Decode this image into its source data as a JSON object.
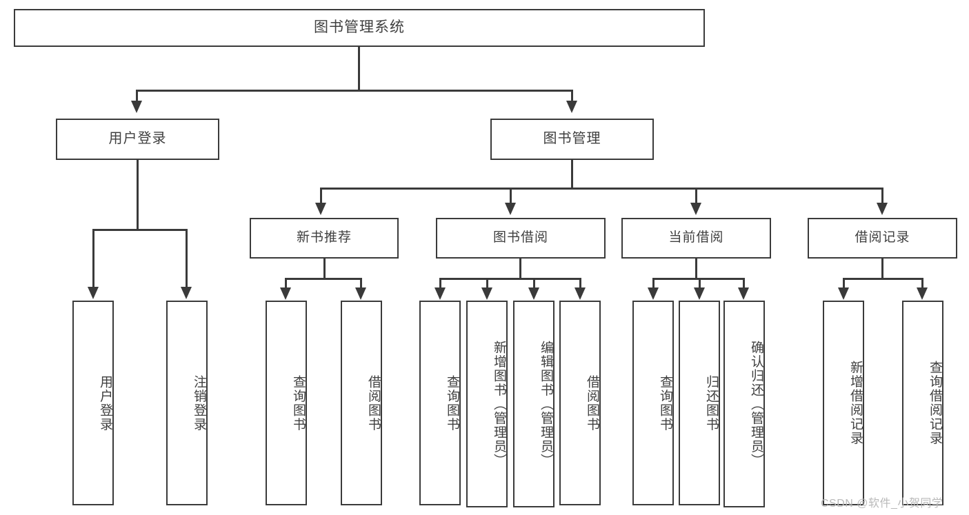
{
  "diagram": {
    "type": "tree",
    "title": "图书管理系统",
    "root": {
      "label": "图书管理系统"
    },
    "level2": [
      {
        "label": "用户登录"
      },
      {
        "label": "图书管理"
      }
    ],
    "level3": [
      {
        "label": "新书推荐"
      },
      {
        "label": "图书借阅"
      },
      {
        "label": "当前借阅"
      },
      {
        "label": "借阅记录"
      }
    ],
    "leaves": {
      "user_login": [
        {
          "label": "用户登录"
        },
        {
          "label": "注销登录"
        }
      ],
      "new_book_recommend": [
        {
          "label": "查询图书"
        },
        {
          "label": "借阅图书"
        }
      ],
      "book_borrow": [
        {
          "label": "查询图书"
        },
        {
          "label": "新增图书（管理员）"
        },
        {
          "label": "编辑图书（管理员）"
        },
        {
          "label": "借阅图书"
        }
      ],
      "current_borrow": [
        {
          "label": "查询图书"
        },
        {
          "label": "归还图书"
        },
        {
          "label": "确认归还（管理员）"
        }
      ],
      "borrow_record": [
        {
          "label": "新增借阅记录"
        },
        {
          "label": "查询借阅记录"
        }
      ]
    }
  },
  "watermark": {
    "text": "CSDN @软件_小贺同学"
  },
  "colors": {
    "stroke": "#3a3a3a",
    "text": "#3f3f3f",
    "background": "#ffffff",
    "watermark": "#b9b9b9"
  }
}
